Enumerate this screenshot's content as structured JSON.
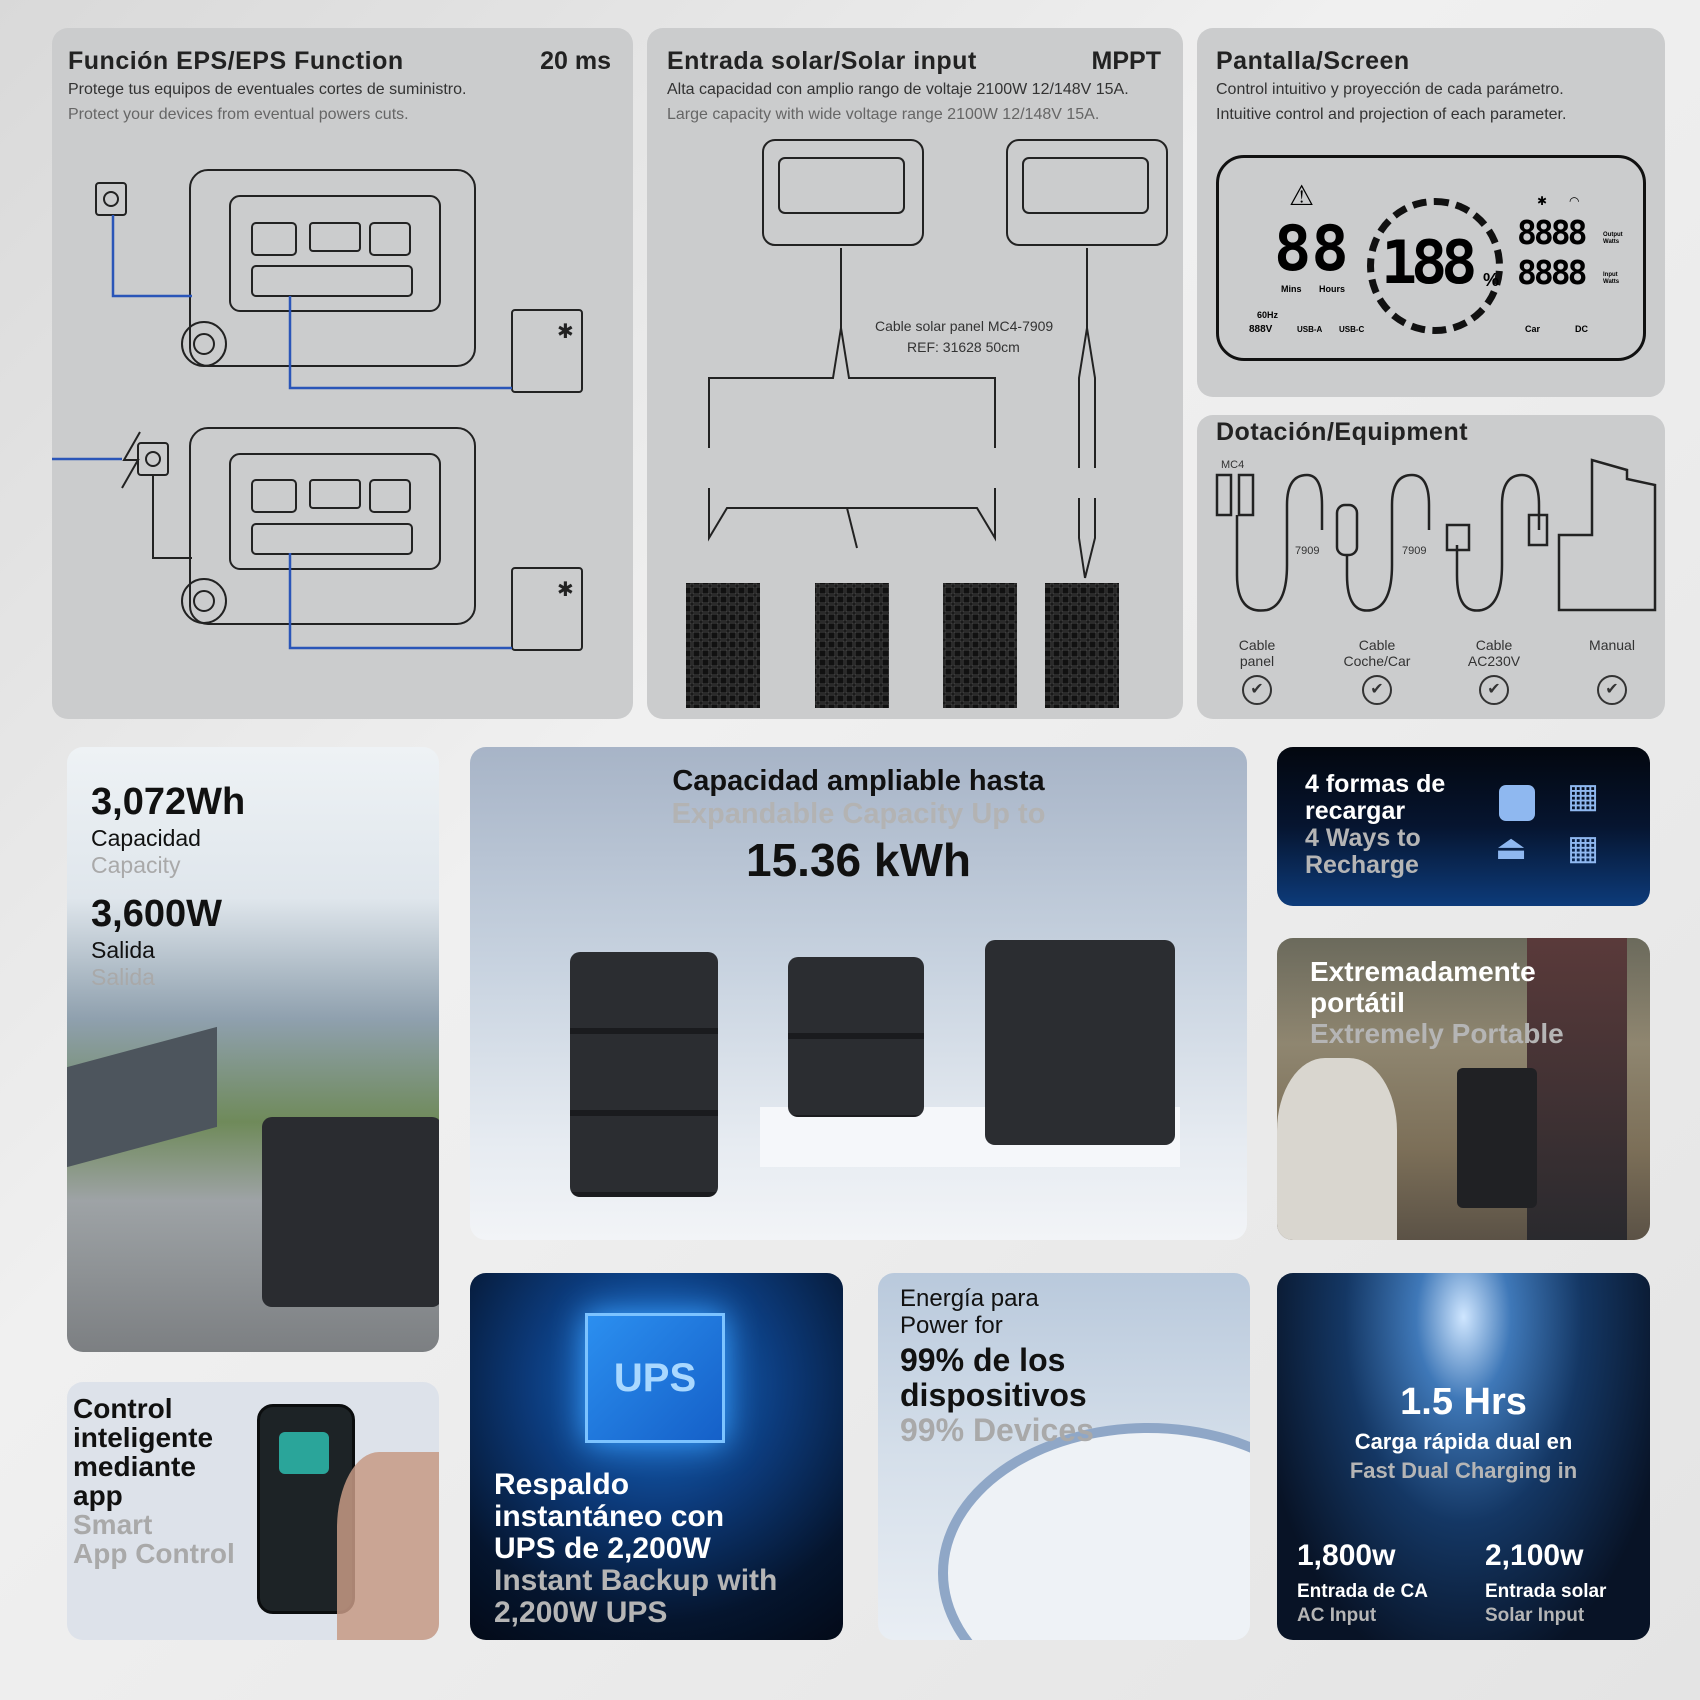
{
  "eps": {
    "title": "Función EPS/EPS Function",
    "tag": "20 ms",
    "desc_es": "Protege tus equipos de eventuales cortes de suministro.",
    "desc_en": "Protect your devices from eventual powers cuts."
  },
  "solar": {
    "title": "Entrada solar/Solar input",
    "tag": "MPPT",
    "desc_es": "Alta capacidad con amplio rango de voltaje 2100W 12/148V 15A.",
    "desc_en": "Large capacity with wide voltage range 2100W 12/148V 15A.",
    "cable_label": "Cable solar panel MC4-7909",
    "ref": "REF: 31628 50cm"
  },
  "screen": {
    "title": "Pantalla/Screen",
    "desc_es": "Control intuitivo y proyección de cada parámetro.",
    "desc_en": "Intuitive control and projection of each parameter.",
    "lcd": {
      "time": "88",
      "mins": "Mins",
      "hours": "Hours",
      "freq": "60Hz",
      "volt": "888V",
      "usb_a": "USB-A",
      "usb_c": "USB-C",
      "percent": "188",
      "pct": "%",
      "out": "8888",
      "out_label": "Output Watts",
      "in": "8888",
      "in_label": "Input Watts",
      "car": "Car",
      "dc": "DC"
    }
  },
  "equipment": {
    "title": "Dotación/Equipment",
    "mc4": "MC4",
    "connector": "7909",
    "items": [
      {
        "line1": "Cable",
        "line2": "panel"
      },
      {
        "line1": "Cable",
        "line2": "Coche/Car"
      },
      {
        "line1": "Cable",
        "line2": "AC230V"
      },
      {
        "line1": "Manual",
        "line2": ""
      }
    ]
  },
  "specs": {
    "capacity_value": "3,072Wh",
    "capacity_es": "Capacidad",
    "capacity_en": "Capacity",
    "output_value": "3,600W",
    "output_es": "Salida",
    "output_en": "Salida"
  },
  "expand": {
    "title_es": "Capacidad ampliable hasta",
    "title_en": "Expandable Capacity Up to",
    "value": "15.36 kWh"
  },
  "recharge": {
    "title_es_1": "4 formas de",
    "title_es_2": "recargar",
    "title_en_1": "4 Ways to",
    "title_en_2": "Recharge",
    "accent": "#8fb8f0"
  },
  "portable": {
    "title_es_1": "Extremadamente",
    "title_es_2": "portátil",
    "title_en": "Extremely Portable"
  },
  "app": {
    "l1": "Control",
    "l2": "inteligente",
    "l3": "mediante",
    "l4": "app",
    "en1": "Smart",
    "en2": "App Control"
  },
  "ups": {
    "chip": "UPS",
    "l1": "Respaldo",
    "l2": "instantáneo con",
    "l3": "UPS de 2,200W",
    "en1": "Instant Backup with",
    "en2": "2,200W UPS"
  },
  "devices": {
    "l1": "Energía para",
    "l2": "Power for",
    "l3": "99% de los",
    "l4": "dispositivos",
    "en": "99% Devices"
  },
  "charging": {
    "time": "1.5 Hrs",
    "es": "Carga rápida dual en",
    "en": "Fast Dual Charging in",
    "ac_value": "1,800w",
    "ac_es": "Entrada de CA",
    "ac_en": "AC Input",
    "solar_value": "2,100w",
    "solar_es": "Entrada solar",
    "solar_en": "Solar Input"
  }
}
